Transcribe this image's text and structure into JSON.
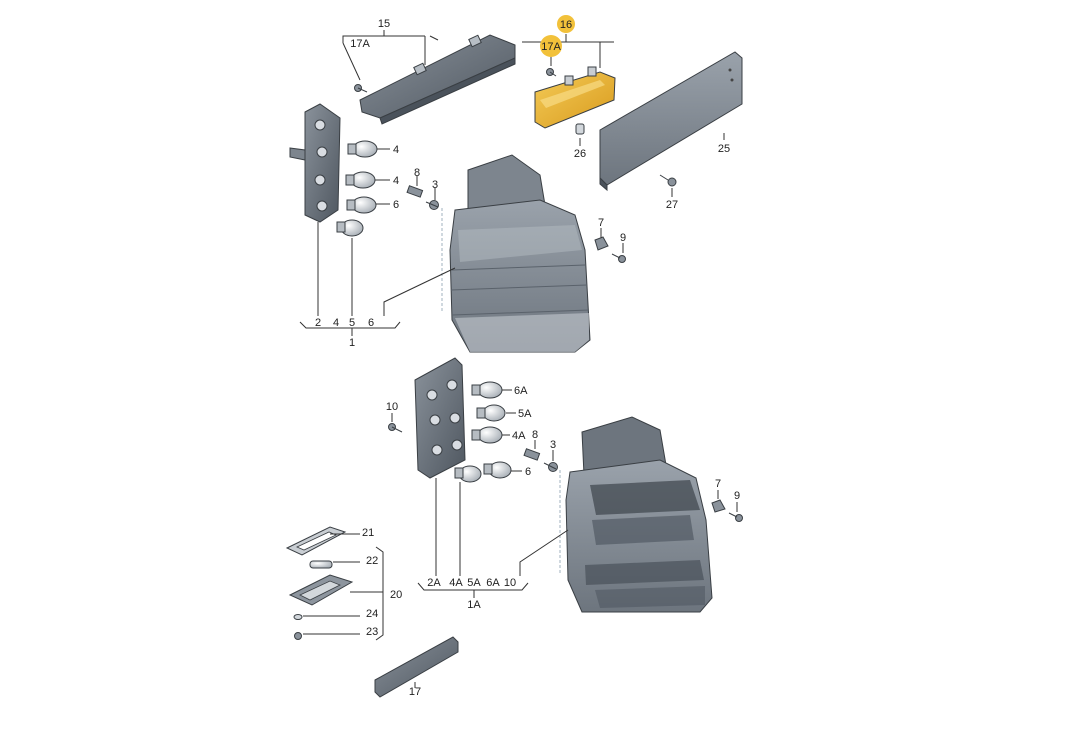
{
  "colors": {
    "highlight": "#f2c13a",
    "part_dark": "#5e6670",
    "part_mid": "#8d959e",
    "part_light": "#c9ced3",
    "bulb": "#d9dde2",
    "amber": "#e9b22f"
  },
  "labels": {
    "p1": "1",
    "p1A": "1A",
    "p2": "2",
    "p2A": "2A",
    "p3a": "3",
    "p3b": "3",
    "p4a": "4",
    "p4b": "4",
    "p4c": "4",
    "p4A": "4A",
    "p4Ab": "4A",
    "p5": "5",
    "p5A": "5A",
    "p5Ab": "5A",
    "p6": "6",
    "p6b": "6",
    "p6c": "6",
    "p6A": "6A",
    "p6Ab": "6A",
    "p7a": "7",
    "p7b": "7",
    "p8a": "8",
    "p8b": "8",
    "p9a": "9",
    "p9b": "9",
    "p10a": "10",
    "p10b": "10",
    "p15": "15",
    "p16": "16",
    "p17": "17",
    "p17Aa": "17A",
    "p17Ab": "17A",
    "p20": "20",
    "p21": "21",
    "p22": "22",
    "p23": "23",
    "p24": "24",
    "p25": "25",
    "p26": "26",
    "p27": "27"
  }
}
